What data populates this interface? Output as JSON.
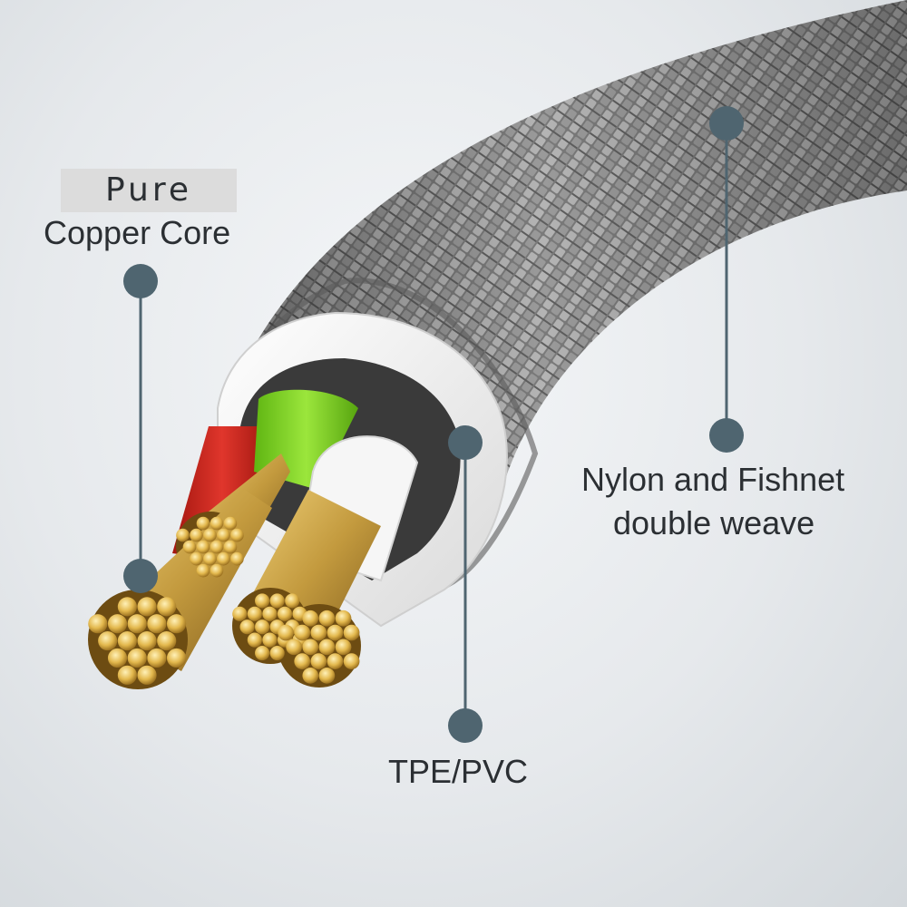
{
  "labels": {
    "pure": "Pure",
    "copper_core": "Copper Core",
    "nylon_line1": "Nylon and Fishnet",
    "nylon_line2": "double weave",
    "tpe_pvc": "TPE/PVC"
  },
  "colors": {
    "marker": "#4f6570",
    "wire_red": "#d32a22",
    "wire_green": "#7ed321",
    "wire_white": "#f7f7f7",
    "copper": "#d8b255",
    "braid": "#8a8a8a"
  }
}
